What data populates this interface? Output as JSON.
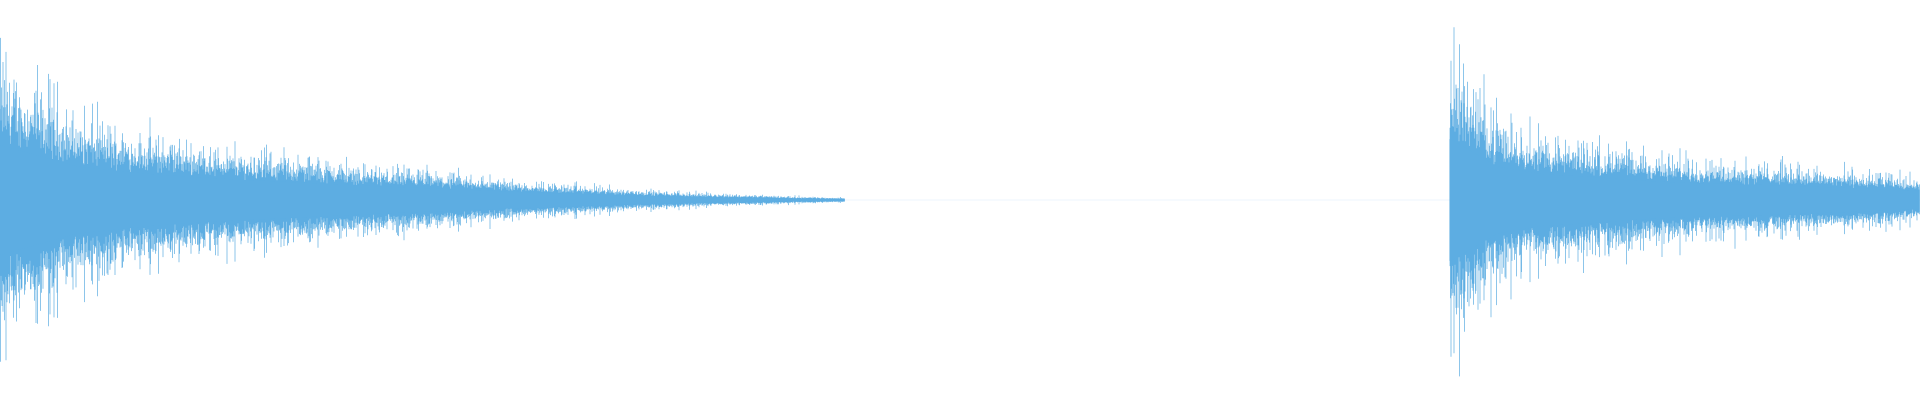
{
  "waveform": {
    "color": "#5dade2",
    "background": "#ffffff",
    "clips": [
      {
        "id": "clip-1",
        "peak_amplitude": 0.9,
        "decay": "exponential",
        "start_fraction": 0.0,
        "end_fraction": 0.44,
        "amplitude_profile": [
          0.9,
          0.55,
          0.42,
          0.34,
          0.28,
          0.22,
          0.17,
          0.12,
          0.08,
          0.05,
          0.03,
          0.015
        ]
      },
      {
        "id": "clip-2",
        "peak_amplitude": 1.0,
        "decay": "slow",
        "start_fraction": 0.755,
        "end_fraction": 1.0,
        "amplitude_profile": [
          1.0,
          0.55,
          0.42,
          0.38,
          0.32,
          0.28,
          0.26,
          0.24,
          0.21,
          0.18,
          0.15
        ]
      }
    ]
  }
}
